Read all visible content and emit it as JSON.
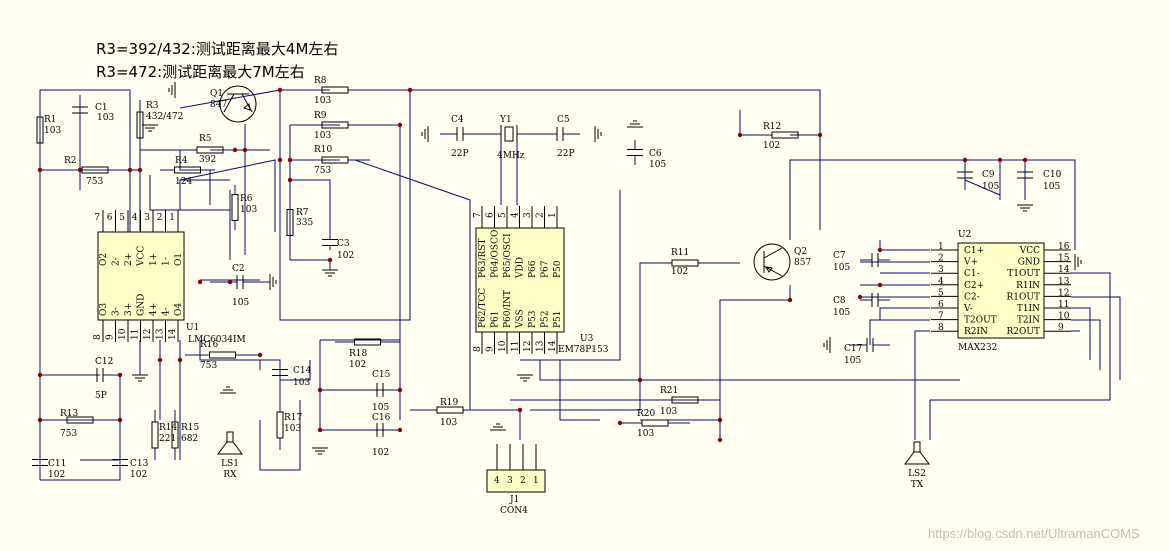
{
  "notes": [
    "R3=392/432:测试距离最大4M左右",
    "R3=472:测试距离最大7M左右"
  ],
  "colors": {
    "wire": "#0a0a6a",
    "component": "#000000",
    "junction": "#8b0000",
    "background": "#fffef0"
  },
  "resistors": [
    {
      "ref": "R1",
      "value": "103"
    },
    {
      "ref": "R2",
      "value": "753"
    },
    {
      "ref": "R3",
      "value": "432/472"
    },
    {
      "ref": "R4",
      "value": "124"
    },
    {
      "ref": "R5",
      "value": "392"
    },
    {
      "ref": "R6",
      "value": "103"
    },
    {
      "ref": "R7",
      "value": "335"
    },
    {
      "ref": "R8",
      "value": "103"
    },
    {
      "ref": "R9",
      "value": "103"
    },
    {
      "ref": "R10",
      "value": "753"
    },
    {
      "ref": "R11",
      "value": "102"
    },
    {
      "ref": "R12",
      "value": "102"
    },
    {
      "ref": "R13",
      "value": "753"
    },
    {
      "ref": "R14",
      "value": "221"
    },
    {
      "ref": "R15",
      "value": "682"
    },
    {
      "ref": "R16",
      "value": "753"
    },
    {
      "ref": "R17",
      "value": "103"
    },
    {
      "ref": "R18",
      "value": "102"
    },
    {
      "ref": "R19",
      "value": "103"
    },
    {
      "ref": "R20",
      "value": "103"
    },
    {
      "ref": "R21",
      "value": "103"
    }
  ],
  "capacitors": [
    {
      "ref": "C1",
      "value": "103"
    },
    {
      "ref": "C2",
      "value": "105"
    },
    {
      "ref": "C3",
      "value": "102"
    },
    {
      "ref": "C4",
      "value": "22P"
    },
    {
      "ref": "C5",
      "value": "22P"
    },
    {
      "ref": "C6",
      "value": "105"
    },
    {
      "ref": "C7",
      "value": "105"
    },
    {
      "ref": "C8",
      "value": "105"
    },
    {
      "ref": "C9",
      "value": "105"
    },
    {
      "ref": "C10",
      "value": "105"
    },
    {
      "ref": "C11",
      "value": "102"
    },
    {
      "ref": "C12",
      "value": "5P"
    },
    {
      "ref": "C13",
      "value": "102"
    },
    {
      "ref": "C14",
      "value": "103"
    },
    {
      "ref": "C15",
      "value": "105"
    },
    {
      "ref": "C16",
      "value": "102"
    },
    {
      "ref": "C17",
      "value": "105"
    }
  ],
  "transistors": [
    {
      "ref": "Q1",
      "value": "847"
    },
    {
      "ref": "Q2",
      "value": "857"
    }
  ],
  "crystal": {
    "ref": "Y1",
    "value": "4MHz"
  },
  "speakers": [
    {
      "ref": "LS1",
      "label": "RX"
    },
    {
      "ref": "LS2",
      "label": "TX"
    }
  ],
  "connector": {
    "ref": "J1",
    "name": "CON4",
    "pins": [
      "4",
      "3",
      "2",
      "1"
    ]
  },
  "chips": {
    "u1": {
      "ref": "U1",
      "name": "LMC6034IM",
      "top_pins": [
        {
          "num": "7",
          "label": "O2"
        },
        {
          "num": "6",
          "label": "2-"
        },
        {
          "num": "5",
          "label": "2+"
        },
        {
          "num": "4",
          "label": "VCC"
        },
        {
          "num": "3",
          "label": "1+"
        },
        {
          "num": "2",
          "label": "1-"
        },
        {
          "num": "1",
          "label": "O1"
        }
      ],
      "bottom_pins": [
        {
          "num": "8",
          "label": "O3"
        },
        {
          "num": "9",
          "label": "3-"
        },
        {
          "num": "10",
          "label": "3+"
        },
        {
          "num": "11",
          "label": "GND"
        },
        {
          "num": "12",
          "label": "4+"
        },
        {
          "num": "13",
          "label": "4-"
        },
        {
          "num": "14",
          "label": "O4"
        }
      ]
    },
    "u3": {
      "ref": "U3",
      "name": "EM78P153",
      "top_pins": [
        {
          "num": "7",
          "label": "P63/RST"
        },
        {
          "num": "6",
          "label": "P64/OSCO"
        },
        {
          "num": "5",
          "label": "P65/OSCI"
        },
        {
          "num": "4",
          "label": "VDD"
        },
        {
          "num": "3",
          "label": "P66"
        },
        {
          "num": "2",
          "label": "P67"
        },
        {
          "num": "1",
          "label": "P50"
        }
      ],
      "bottom_pins": [
        {
          "num": "8",
          "label": "P62/TCC"
        },
        {
          "num": "9",
          "label": "P61"
        },
        {
          "num": "10",
          "label": "P60/INT"
        },
        {
          "num": "11",
          "label": "VSS"
        },
        {
          "num": "12",
          "label": "P53"
        },
        {
          "num": "13",
          "label": "P52"
        },
        {
          "num": "14",
          "label": "P51"
        }
      ]
    },
    "u2": {
      "ref": "U2",
      "name": "MAX232",
      "left_pins": [
        {
          "num": "1",
          "label": "C1+"
        },
        {
          "num": "2",
          "label": "V+"
        },
        {
          "num": "3",
          "label": "C1-"
        },
        {
          "num": "4",
          "label": "C2+"
        },
        {
          "num": "5",
          "label": "C2-"
        },
        {
          "num": "6",
          "label": "V-"
        },
        {
          "num": "7",
          "label": "T2OUT"
        },
        {
          "num": "8",
          "label": "R2IN"
        }
      ],
      "right_pins": [
        {
          "num": "16",
          "label": "VCC"
        },
        {
          "num": "15",
          "label": "GND"
        },
        {
          "num": "14",
          "label": "T1OUT"
        },
        {
          "num": "13",
          "label": "R1IN"
        },
        {
          "num": "12",
          "label": "R1OUT"
        },
        {
          "num": "11",
          "label": "T1IN"
        },
        {
          "num": "10",
          "label": "T2IN"
        },
        {
          "num": "9",
          "label": "R2OUT"
        }
      ]
    }
  },
  "watermark": "https://blog.csdn.net/UltramanCOMS"
}
